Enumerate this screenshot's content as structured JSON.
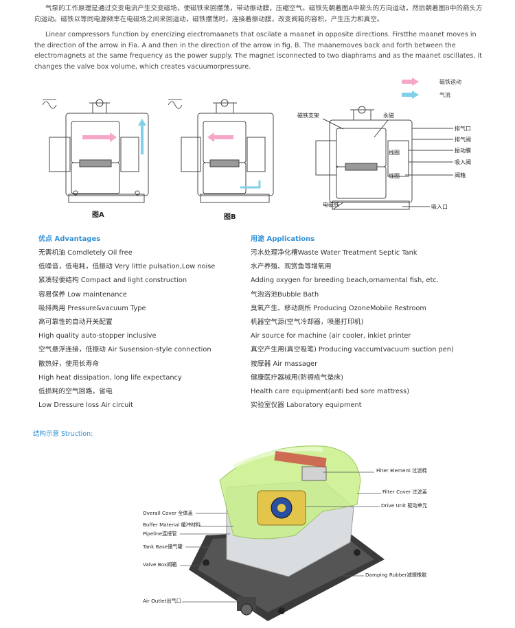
{
  "intro": {
    "zh": "气泵的工作原理是通过交变电流产生交变磁场，使磁铁来回摆荡，带动振动膜，压缩空气。磁铁先朝着图A中箭头的方向运动，然后朝着图B中的箭头方向运动。磁铁以等同电源频率在电磁场之间来回运动，磁铁摆荡时，连接着振动膜，改变阀箱的容积，产生压力和真空。",
    "en": "Linear compressors function by enercizing electromaanets that oscilate a maanet in opposite directions. Firstthe maanet moves in the direction of the arrow in Fia. A and then in the direction of the arrow in fig. B. The maanemoves back and forth between the electromagnets at the same frequency as the power supply. The magnet isconnected to two diaphrams and as the maanet oscillates, it changes the valve box volume, which creates vacuumorpressure."
  },
  "diagram": {
    "legend": {
      "magnet_motion": "磁铁运动",
      "airflow": "气流"
    },
    "fig_a": "图A",
    "fig_b": "图B",
    "callouts": {
      "magnet_bracket": "磁铁支架",
      "permanent_magnet": "永磁",
      "exhaust_port": "排气口",
      "exhaust_valve": "排气阀",
      "diaphragm": "振动膜",
      "intake_valve": "吸入阀",
      "valve_box": "阀箱",
      "coil_top": "线圈",
      "coil_bottom": "线圈",
      "electromagnet": "电磁铁",
      "intake_port": "吸入口"
    },
    "colors": {
      "magnet_arrow": "#f6a6c8",
      "air_arrow": "#7fd0e8",
      "line": "#444444"
    }
  },
  "advantages": {
    "heading": "优点 Advantages",
    "items": [
      "无需机油 Comdletely Oil free",
      "低噪音，低电耗，低振动 Very little pulsation,Low noise",
      "紧凑轻便结构 Compact and light construction",
      "容易保养 Low maintenance",
      "吸排两用 Pressure&vacuum Type",
      "高可靠性的自动开关配置",
      "High quality auto-stopper inclusive",
      "空气悬浮连接，低振动 Air Susension-style connection",
      "散热好，使用长寿命",
      "High heat dissipation, long life expectancy",
      "低损耗的空气回路，省电",
      "Low Dressure loss Air circuit"
    ]
  },
  "applications": {
    "heading": "用途 Applications",
    "items": [
      "污水处理净化槽Waste Water Treatment Septic Tank",
      "水产养殖、观赏鱼等增氧用",
      "Adding oxygen for breeding beach,ornamental fish, etc.",
      "气泡浴池Bubble Bath",
      "臭氧产生、移动厕所 Producing OzoneMobile Restroom",
      "机器空气源(空气冷却器，喷墨打印机)",
      "Air source for machine (air cooler, inkiet printer",
      "真空产生用(真空吸笔) Producing vaccum(vacuum suction pen)",
      "按摩器 Air massager",
      "健康医疗器械用(防褥疮气垫床)",
      "Health care equipment(anti bed sore mattress)",
      "实验室仪器 Laboratory equipment"
    ]
  },
  "structure": {
    "heading": "结构示意 Struction:",
    "labels": {
      "filter_element": "Filter Element 过滤棉",
      "filter_cover": "Filter Cover 过滤盖",
      "drive_unit": "Drive Unit 驱动单元",
      "overall_cover": "Overall Cover 全体盖",
      "buffer_material": "Buffer Material 缓冲材料",
      "pipeline": "Pipeline连接管",
      "tank_base": "Tank Base储气罐",
      "valve_box": "Valve Box阀箱",
      "damping_rubber": "Damping Rubber减振橡胶",
      "air_outlet": "Air Outlet出气口"
    },
    "colors": {
      "cover": "#c9ef8a",
      "cover_edge": "#8fc14a",
      "base": "#3a3a3a",
      "drive": "#e3c54b",
      "label_text": "#bb2222"
    }
  }
}
